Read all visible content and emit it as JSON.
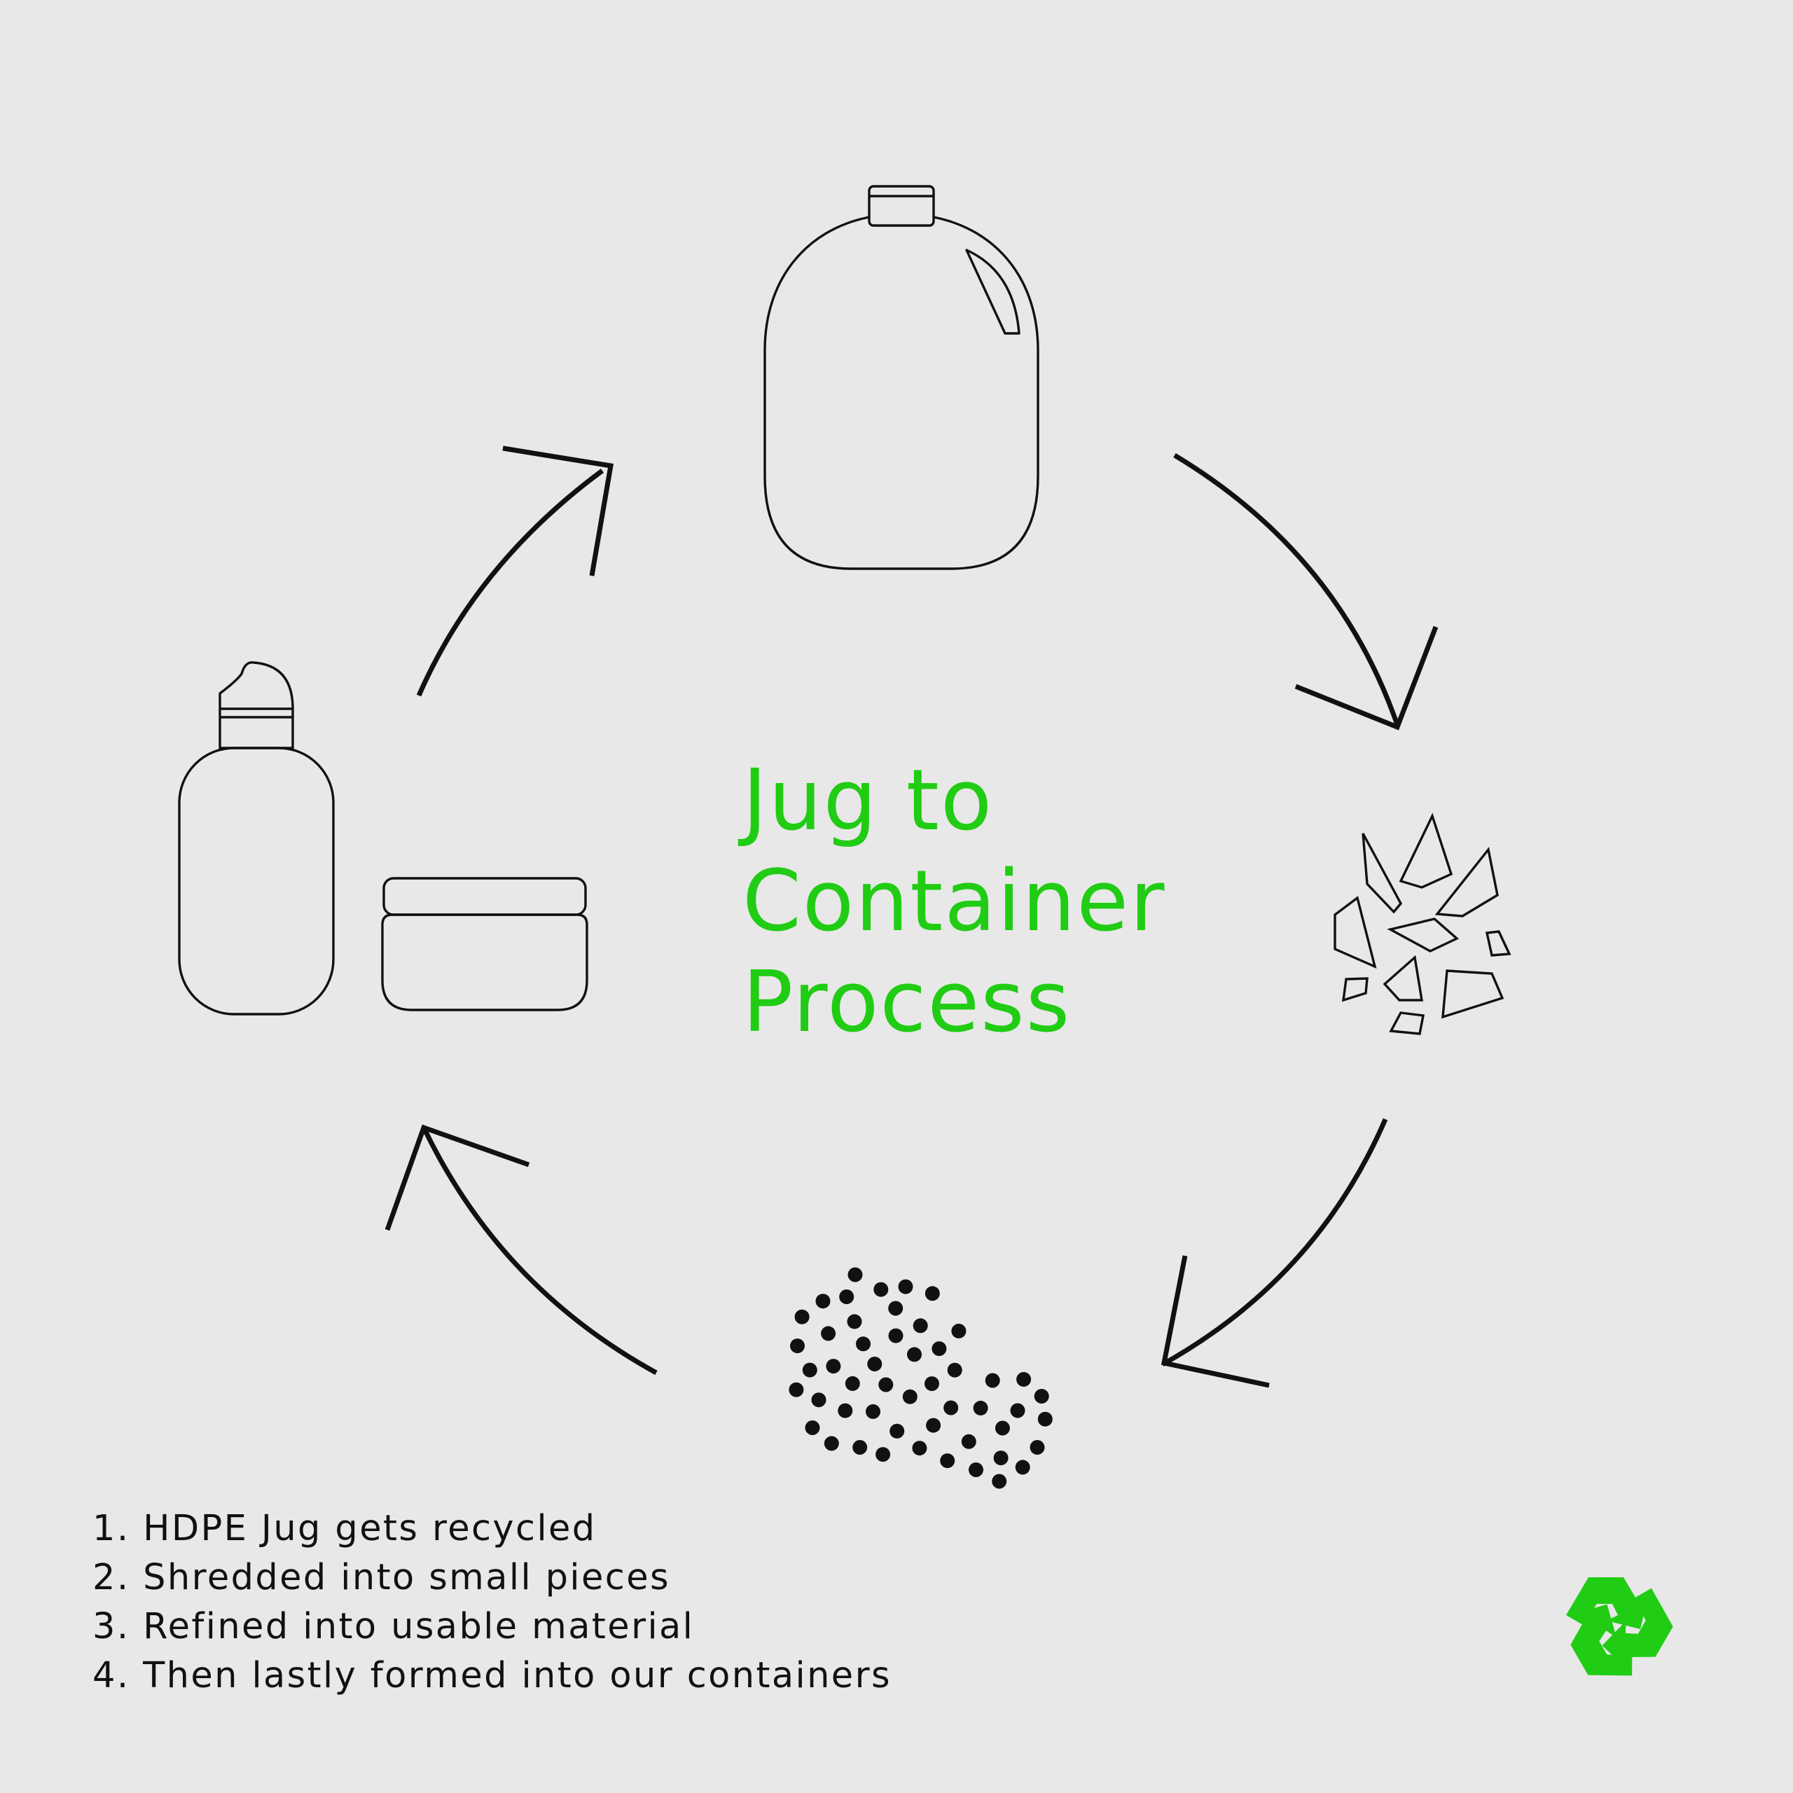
{
  "title": {
    "lines": [
      "Jug to",
      "Container",
      "Process"
    ],
    "color": "#21cc14"
  },
  "steps": [
    "1. HDPE Jug gets recycled",
    "2. Shredded into small pieces",
    "3. Refined into usable material",
    "4. Then lastly formed into our containers"
  ],
  "colors": {
    "background": "#e8e8e8",
    "line": "#111111",
    "accent": "#21cc14"
  },
  "icons": {
    "stage1": "hdpe-jug-icon",
    "stage2": "shredded-pieces-icon",
    "stage3": "pellets-icon",
    "stage4": "bottle-and-jar-icon",
    "badge": "recycle-icon"
  }
}
